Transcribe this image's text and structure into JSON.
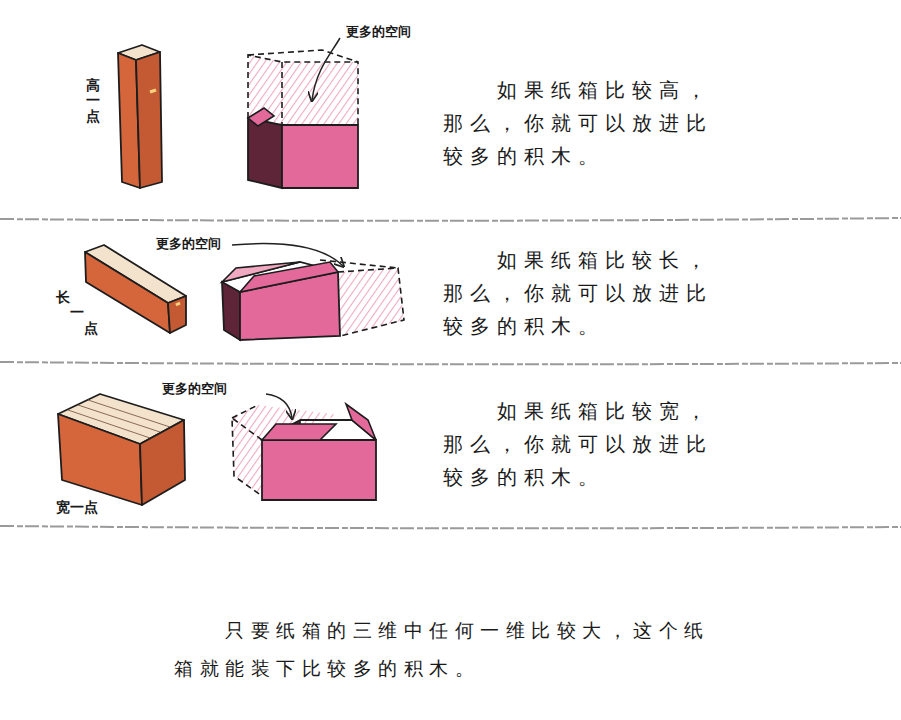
{
  "diagram": {
    "labels": [
      "更多的空间",
      "高一点",
      "如果纸箱比较高，那么，你就可以放进比较多的积木。",
      "更多的空间",
      "长一点",
      "如果纸箱比较长，那么，你就可以放进比较多的积木。",
      "更多的空间",
      "宽一点",
      "如果纸箱比较宽，那么，你就可以放进比较多的积木。"
    ],
    "caption": "只要纸箱的三维中任何一维比较大，这个纸箱就能装下比较多的积木。"
  }
}
